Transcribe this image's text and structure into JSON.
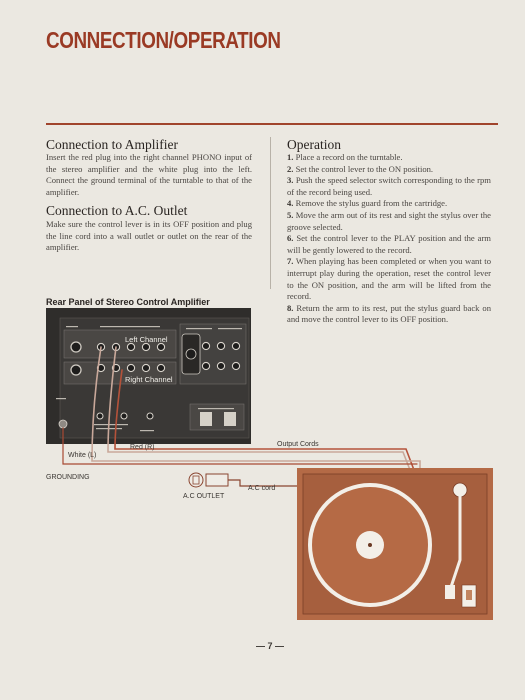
{
  "page_title": "CONNECTION/OPERATION",
  "amplifier": {
    "heading": "Connection to Amplifier",
    "text": "Insert the red plug into the right channel PHONO input of the stereo amplifier and the white plug into the left. Connect the ground terminal of the turntable to that of the amplifier."
  },
  "outlet": {
    "heading": "Connection to A.C. Outlet",
    "text": "Make sure the control lever is in its OFF position and plug the line cord into a wall outlet or outlet on the rear of the amplifier."
  },
  "operation": {
    "heading": "Operation",
    "steps": [
      {
        "num": "1.",
        "text": "Place a record on the turntable."
      },
      {
        "num": "2.",
        "text": "Set the control lever to the ON position."
      },
      {
        "num": "3.",
        "text": "Push the speed selector switch corresponding to the rpm of the record being used."
      },
      {
        "num": "4.",
        "text": "Remove the stylus guard from the cartridge."
      },
      {
        "num": "5.",
        "text": "Move the arm out of its rest and sight the stylus over the groove selected."
      },
      {
        "num": "6.",
        "text": "Set the control lever to the PLAY position and the arm will be gently lowered to the record."
      },
      {
        "num": "7.",
        "text": "When playing has been completed or when you want to interrupt play during the operation, reset the control lever to the ON position, and the arm will be lifted from the record."
      },
      {
        "num": "8.",
        "text": "Return the arm to its rest, put the stylus guard back on and move the control lever to its OFF position."
      }
    ]
  },
  "figure": {
    "title": "Rear Panel of Stereo Control Amplifier",
    "left_channel": "Left Channel",
    "right_channel": "Right Channel",
    "red": "Red (R)",
    "white": "White (L)",
    "output_cords": "Output Cords",
    "grounding": "GROUNDING",
    "ac_outlet": "A.C OUTLET",
    "ac_cord": "A.C cord"
  },
  "page_number": "— 7 —"
}
